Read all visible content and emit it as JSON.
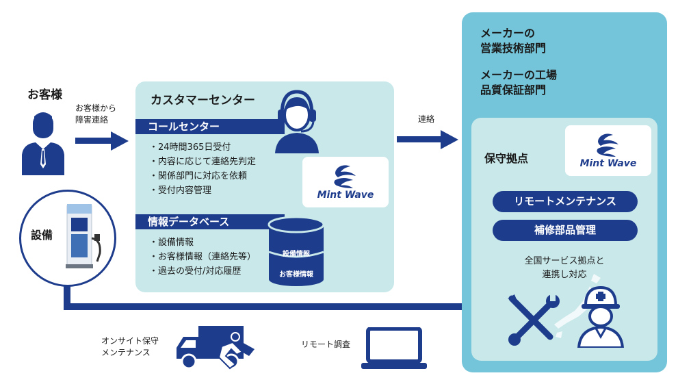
{
  "customer": {
    "title": "お客様",
    "report_line1": "お客様から",
    "report_line2": "障害連絡"
  },
  "equipment": {
    "title": "設備"
  },
  "customer_center": {
    "title": "カスタマーセンター",
    "call_center_label": "コールセンター",
    "call_center_items": [
      "・24時間365日受付",
      "・内容に応じて連絡先判定",
      "・関係部門に対応を依頼",
      "・受付内容管理"
    ],
    "database_label": "情報データベース",
    "database_items": [
      "・設備情報",
      "・お客様情報（連絡先等）",
      "・過去の受付/対応履歴"
    ],
    "db_disk1": "設備情報",
    "db_disk2": "お客様情報"
  },
  "contact_label": "連絡",
  "logo_text": "Mint Wave",
  "maker": {
    "dept1_line1": "メーカーの",
    "dept1_line2": "営業技術部門",
    "dept2_line1": "メーカーの工場",
    "dept2_line2": "品質保証部門"
  },
  "maintenance": {
    "title": "保守拠点",
    "pill1": "リモートメンテナンス",
    "pill2": "補修部品管理",
    "note_line1": "全国サービス拠点と",
    "note_line2": "連携し対応"
  },
  "onsite": {
    "line1": "オンサイト保守",
    "line2": "メンテナンス"
  },
  "remote": {
    "label": "リモート調査"
  },
  "colors": {
    "navy": "#1e3c8c",
    "panel_light": "#c9e8ea",
    "panel_dark": "#74c5d9"
  }
}
